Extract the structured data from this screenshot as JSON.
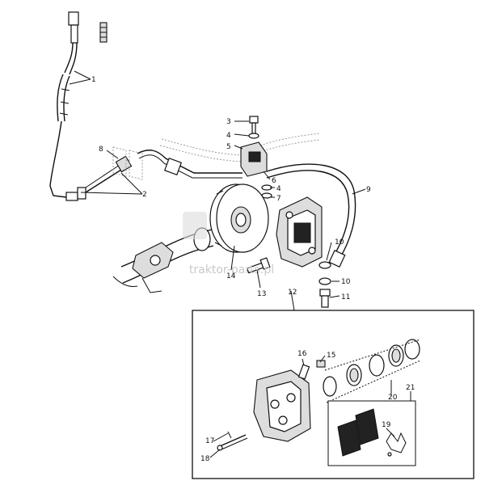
{
  "watermark": "traktor-parts.pl",
  "callouts": {
    "c1": "1",
    "c2": "2",
    "c3": "3",
    "c4a": "4",
    "c4b": "4",
    "c5": "5",
    "c6": "6",
    "c7": "7",
    "c8": "8",
    "c9": "9",
    "c10a": "10",
    "c10b": "10",
    "c11": "11",
    "c12": "12",
    "c13": "13",
    "c14": "14",
    "c15": "15",
    "c16": "16",
    "c17": "17",
    "c18": "18",
    "c19": "19",
    "c20": "20",
    "c21": "21"
  }
}
